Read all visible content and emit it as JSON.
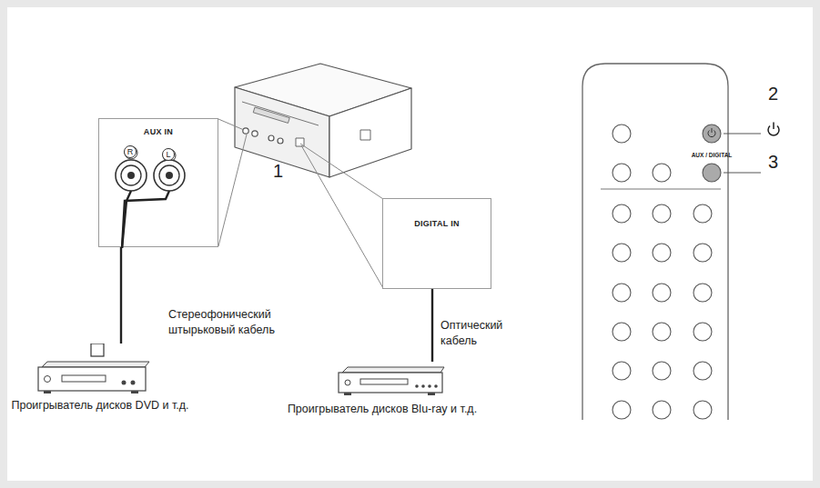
{
  "diagram": {
    "nodes": [
      {
        "text": [
          "AUX IN"
        ]
      },
      {
        "text": [
          "DIGITAL IN"
        ]
      },
      {
        "text": [
          "Проигрыватель дисков DVD и т.д."
        ]
      },
      {
        "text": [
          "Проигрыватель дисков Blu-ray и т.д."
        ]
      }
    ],
    "edges": [
      {
        "from": 2,
        "to": 0,
        "arrow": "none",
        "label": "Стереофонический штырьковый кабель"
      },
      {
        "from": 3,
        "to": 1,
        "arrow": "none",
        "label": "Оптический кабель"
      }
    ],
    "labels": [
      "1",
      "2",
      "3",
      "AUX / DIGITAL",
      "R",
      "L"
    ]
  }
}
